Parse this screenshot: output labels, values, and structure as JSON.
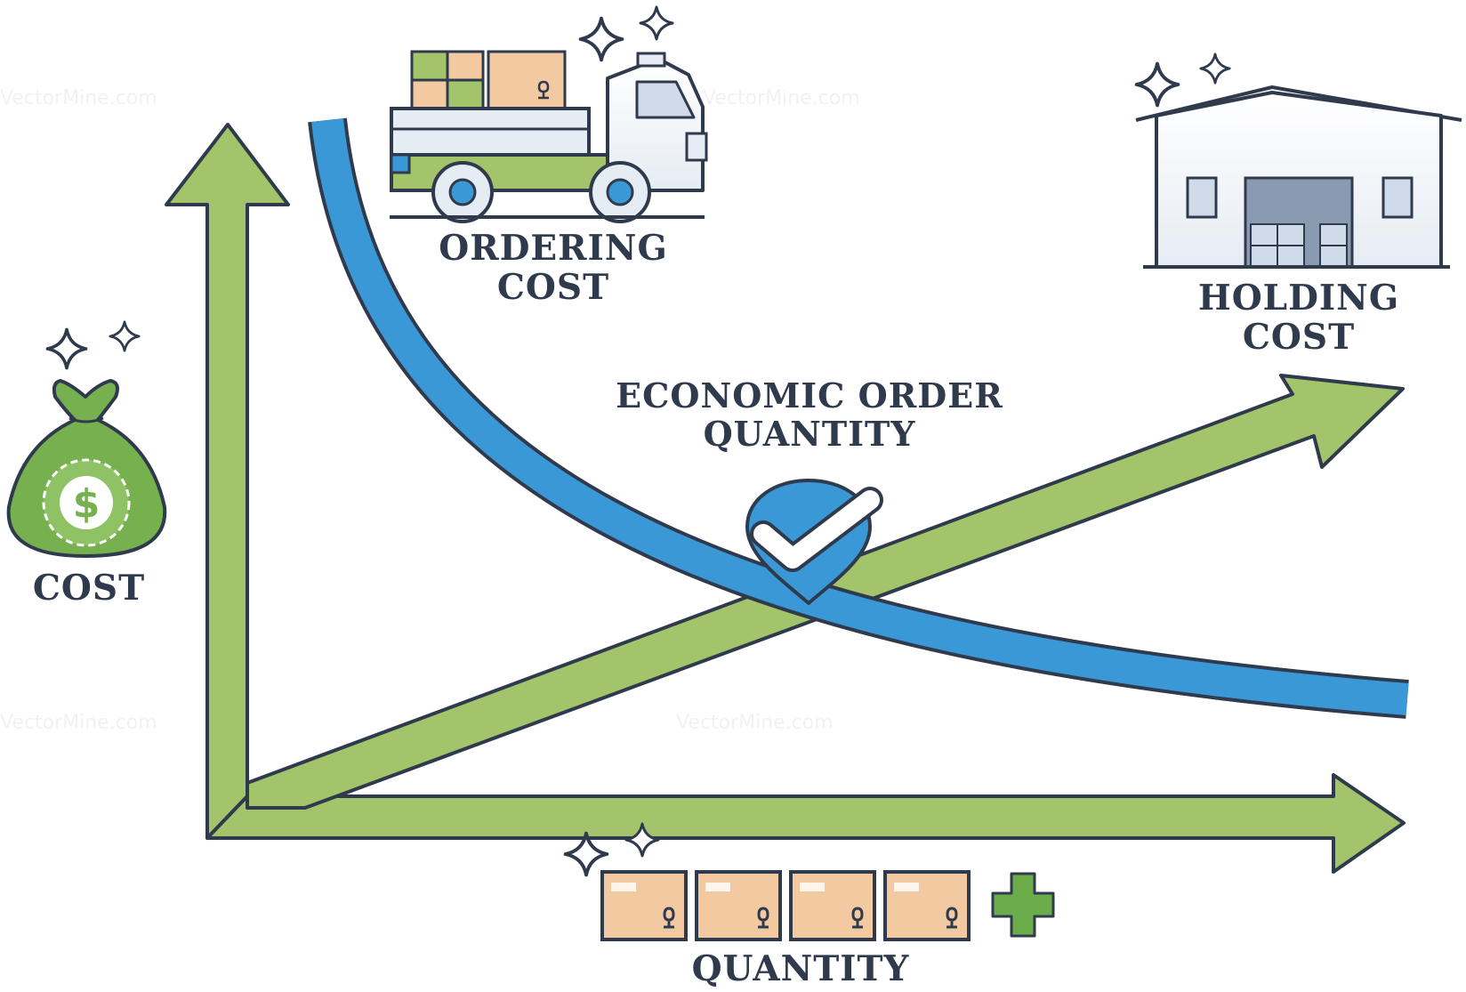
{
  "labels": {
    "cost": "COST",
    "ordering_cost": [
      "ORDERING",
      "COST"
    ],
    "holding_cost": [
      "HOLDING",
      "COST"
    ],
    "eoq": [
      "ECONOMIC ORDER",
      "QUANTITY"
    ],
    "quantity": "QUANTITY"
  },
  "watermark": "VectorMine.com",
  "colors": {
    "ordering_curve": "#3a98d6",
    "holding_line": "#a3c46a",
    "axes": "#a3c46a",
    "outline": "#2f3a4d",
    "box": "#f3c9a1",
    "money": "#76b04f",
    "plus": "#6cad4b"
  },
  "icons": [
    "money-bag-icon",
    "delivery-truck-icon",
    "warehouse-icon",
    "checkmark-badge-icon",
    "cardboard-box-icon",
    "plus-icon",
    "sparkle-icon"
  ]
}
